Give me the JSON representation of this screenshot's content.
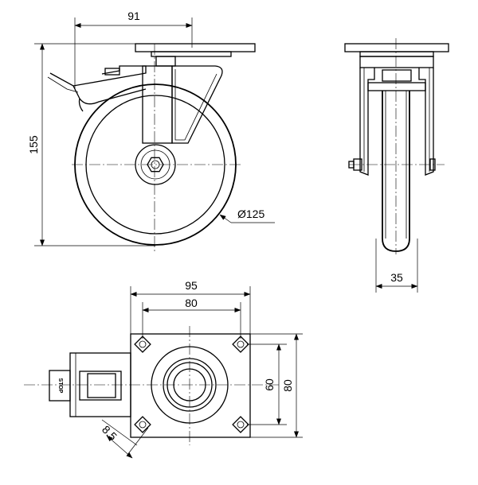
{
  "dimensions": {
    "front_width": "91",
    "front_height": "155",
    "wheel_diameter": "Ø125",
    "side_width": "35",
    "plate_width": "95",
    "hole_spacing_x": "80",
    "hole_spacing_y_inner": "60",
    "hole_spacing_y_outer": "80",
    "hole_size": "8.5"
  },
  "labels": {
    "brake_stop": "STOP"
  }
}
